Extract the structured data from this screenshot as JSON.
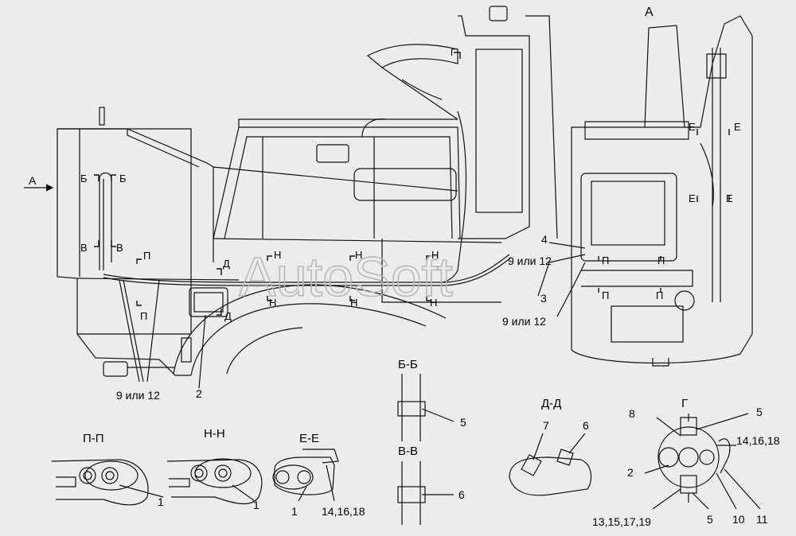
{
  "view_label_a": "А",
  "arrow_a_label": "А",
  "watermark": "AutoSoft",
  "section_marks": {
    "b": "Б",
    "v": "В",
    "p": "П",
    "n": "Н",
    "d": "Д",
    "e": "Е",
    "g": "Г"
  },
  "callouts": {
    "c1": "1",
    "c2": "2",
    "c3": "3",
    "c4": "4",
    "c5": "5",
    "c6": "6",
    "c7": "7",
    "c8": "8",
    "c10": "10",
    "c11": "11",
    "c9or12": "9 или 12",
    "c14_16_18": "14,16,18",
    "c13_15_17_19": "13,15,17,19"
  },
  "section_titles": {
    "pp": "П-П",
    "nn": "Н-Н",
    "ee": "Е-Е",
    "bb": "Б-Б",
    "vv": "В-В",
    "dd": "Д-Д",
    "g": "Г"
  }
}
